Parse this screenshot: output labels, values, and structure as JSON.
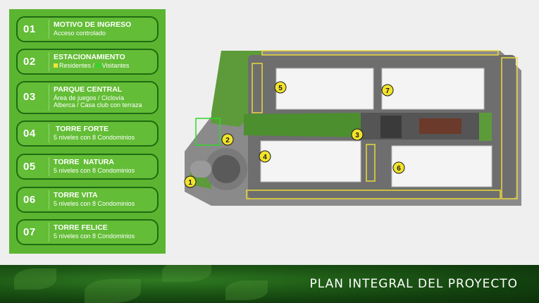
{
  "legend": [
    {
      "num": "01",
      "title": "MOTIVO DE INGRESO",
      "lines": [
        "Acceso controlado"
      ]
    },
    {
      "num": "02",
      "title": "ESTACIONAMIENTO",
      "parking": {
        "residents": "Residentes",
        "separator": "/",
        "visitors": "Visitantes",
        "resident_color": "#f5e23a",
        "visitor_color": "#32d62a"
      }
    },
    {
      "num": "03",
      "title": "PARQUE CENTRAL",
      "lines": [
        "Área de juegos  /  Ciclovía",
        "Alberca  /  Casa club con terraza"
      ]
    },
    {
      "num": "04",
      "title": " TORRE FORTE",
      "lines": [
        "5 niveles con 8 Condominios"
      ]
    },
    {
      "num": "05",
      "title": "TORRE  NATURA",
      "lines": [
        "5 niveles con 8 Condominios"
      ]
    },
    {
      "num": "06",
      "title": "TORRE VITA",
      "lines": [
        "5 niveles con 8 Condominios"
      ]
    },
    {
      "num": "07",
      "title": "TORRE FELICE",
      "lines": [
        "5 niveles con 8 Condominios"
      ]
    }
  ],
  "map_markers": [
    "1",
    "2",
    "3",
    "4",
    "5",
    "6",
    "7"
  ],
  "footer": {
    "title": "PLAN INTEGRAL DEL PROYECTO"
  },
  "colors": {
    "panel": "#5cb531",
    "item_border": "#1f6b12",
    "marker": "#f2e32c",
    "footer": "#1e5a16"
  }
}
